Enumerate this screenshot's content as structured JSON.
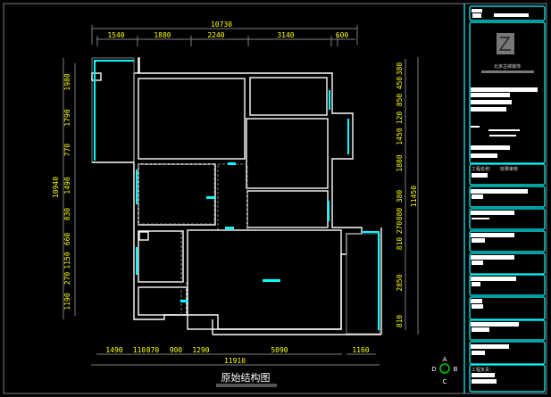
{
  "drawing": {
    "title": "原始结构图",
    "top_dims": {
      "total": "10730",
      "segments": [
        "1540",
        "1880",
        "2240",
        "3140",
        "600"
      ]
    },
    "bottom_dims": {
      "total": "11910",
      "segments": [
        "1490",
        "110",
        "870",
        "900",
        "1290",
        "5090",
        "1160"
      ]
    },
    "left_dims": {
      "total": "10940",
      "segments": [
        "1980",
        "1790",
        "770",
        "1490",
        "830",
        "660",
        "1150",
        "270",
        "1190"
      ]
    },
    "right_dims": {
      "total": "11450",
      "segments": [
        "380",
        "450",
        "850",
        "120",
        "1450",
        "1880",
        "380",
        "880",
        "270",
        "810",
        "2850",
        "810"
      ]
    }
  },
  "compass": {
    "north": "A",
    "west": "D",
    "east": "B",
    "south": "C"
  },
  "title_block": {
    "company": "北京古城装饰",
    "project_label": "工程名称：",
    "project_value": "效果审核",
    "sign_label": "工程负责："
  },
  "colors": {
    "wall": "#ffffff",
    "window": "#00ffff",
    "dimension": "#ffff00",
    "frame": "#00ffff"
  }
}
